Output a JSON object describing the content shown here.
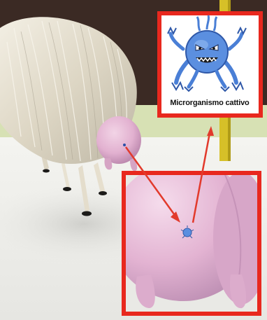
{
  "callout": {
    "label": "Microrganismo cattivo"
  },
  "colors": {
    "frame_red": "#e8281e",
    "wall_dark": "#3b2a24",
    "wall_green": "#d7e1b4",
    "floor": "#eeeeea",
    "post_yellow": "#d6c028",
    "udder_pink": "#e3b6d4",
    "microbe_blue": "#5b8fe0"
  },
  "icons": [
    "microbe-icon",
    "goat-illustration",
    "udder-illustration"
  ]
}
